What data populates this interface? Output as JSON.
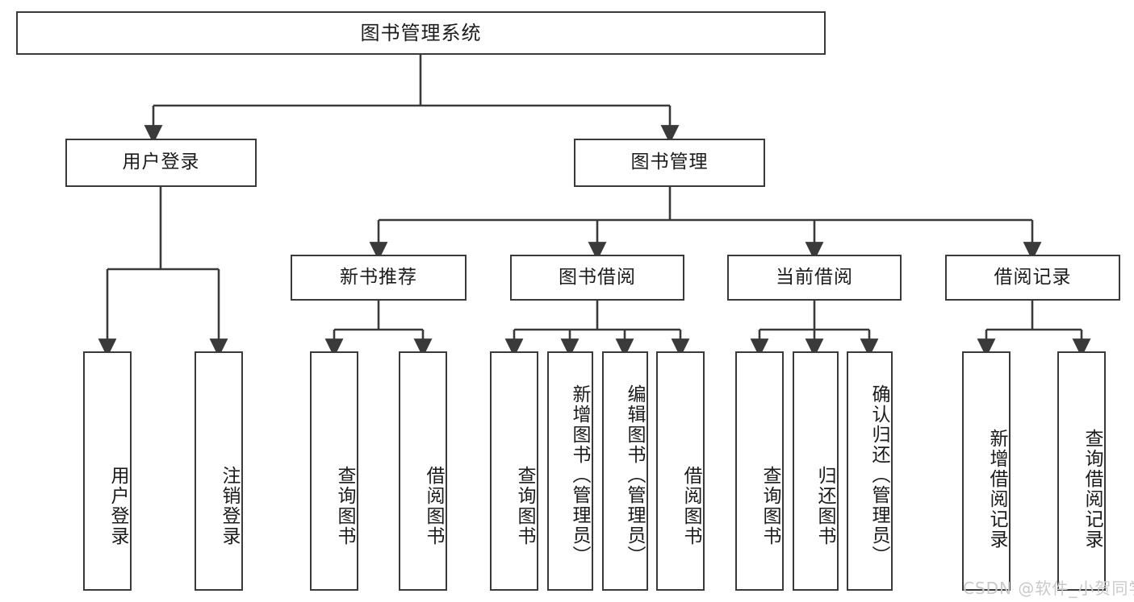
{
  "diagram": {
    "title": "图书管理系统",
    "type": "tree-hierarchy-diagram",
    "watermark": "CSDN @软件_小贺同学",
    "colors": {
      "box_border": "#3a3a3a",
      "box_fill": "#ffffff",
      "connector": "#3a3a3a",
      "text": "#1b1b1b",
      "watermark": "#c9c9c9"
    },
    "levels": {
      "root": {
        "label": "图书管理系统"
      },
      "level2": [
        {
          "label": "用户登录"
        },
        {
          "label": "图书管理"
        }
      ],
      "level3": [
        {
          "label": "新书推荐"
        },
        {
          "label": "图书借阅"
        },
        {
          "label": "当前借阅"
        },
        {
          "label": "借阅记录"
        }
      ],
      "leaves": {
        "user_login": [
          {
            "label": "用户登录"
          },
          {
            "label": "注销登录"
          }
        ],
        "new_book_recommend": [
          {
            "label": "查询图书"
          },
          {
            "label": "借阅图书"
          }
        ],
        "book_borrow": [
          {
            "label": "查询图书"
          },
          {
            "label": "新增图书（管理员）"
          },
          {
            "label": "编辑图书（管理员）"
          },
          {
            "label": "借阅图书"
          }
        ],
        "current_borrow": [
          {
            "label": "查询图书"
          },
          {
            "label": "归还图书"
          },
          {
            "label": "确认归还（管理员）"
          }
        ],
        "borrow_record": [
          {
            "label": "新增借阅记录"
          },
          {
            "label": "查询借阅记录"
          }
        ]
      }
    }
  }
}
